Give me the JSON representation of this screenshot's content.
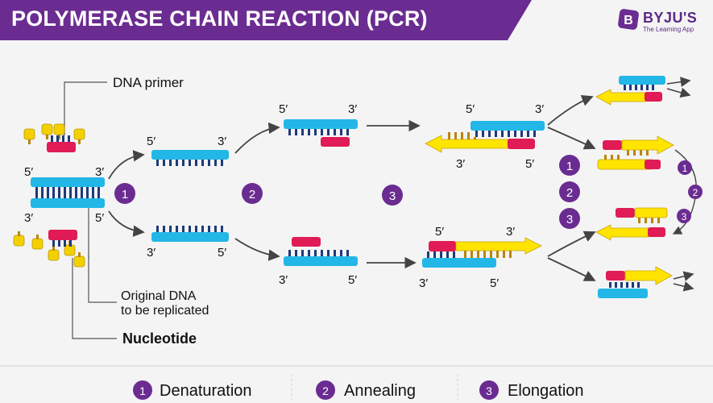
{
  "header": {
    "title": "POLYMERASE CHAIN REACTION (PCR)",
    "brand_name": "BYJU'S",
    "brand_tagline": "The Learning App",
    "brand_letter": "B"
  },
  "colors": {
    "purple": "#6b2c91",
    "strand_blue": "#22b7e6",
    "primer_red": "#e01b55",
    "new_strand_yellow": "#ffe400",
    "nucleotide_yellow": "#f5d000",
    "bar_navy": "#1d3a7a",
    "bar_tan": "#b8860b"
  },
  "labels": {
    "dna_primer": "DNA primer",
    "original_dna_1": "Original DNA",
    "original_dna_2": "to be replicated",
    "nucleotide": "Nucleotide",
    "five_prime": "5′",
    "three_prime": "3′"
  },
  "steps": {
    "s1": "1",
    "s2": "2",
    "s3": "3"
  },
  "legend": [
    {
      "num": "1",
      "label": "Denaturation"
    },
    {
      "num": "2",
      "label": "Annealing"
    },
    {
      "num": "3",
      "label": "Elongation"
    }
  ]
}
